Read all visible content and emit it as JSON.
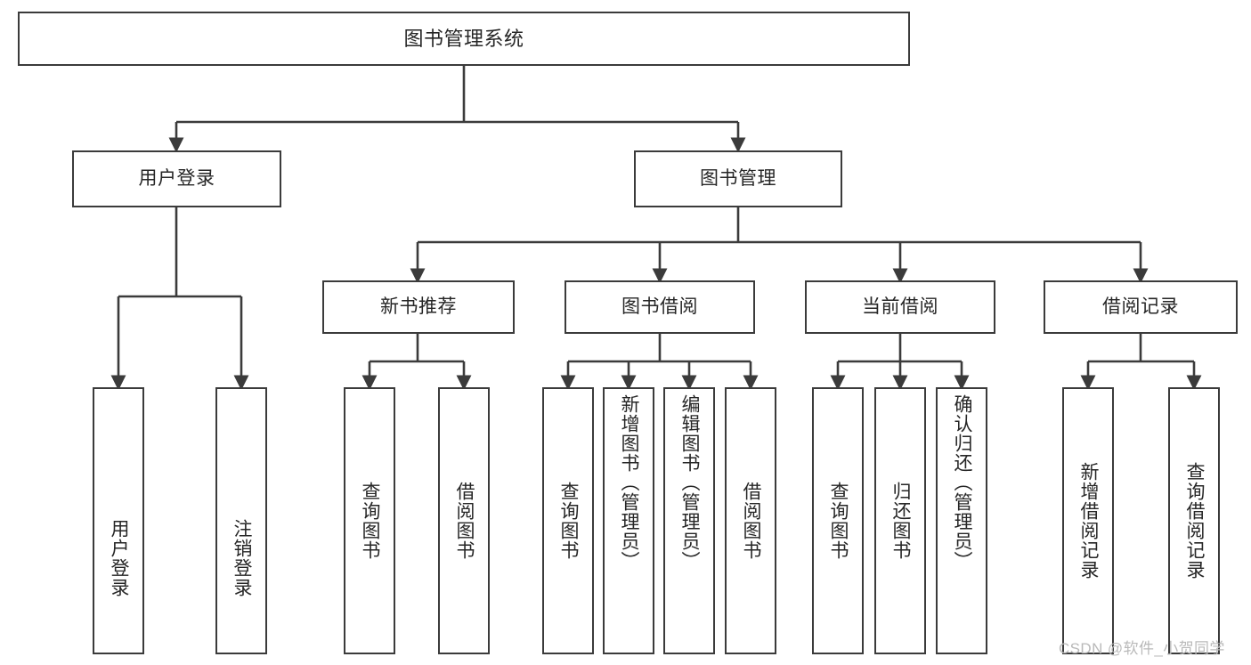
{
  "diagram": {
    "title": "图书管理系统",
    "type": "function-structure-tree",
    "orientation": "top-down",
    "colors": {
      "box_border": "#3b3b3b",
      "box_fill": "#ffffff",
      "text": "#262626",
      "connector": "#3b3b3b",
      "watermark": "#b9b9b9",
      "background": "#ffffff"
    }
  },
  "watermark": {
    "text": "CSDN @软件_小贺同学"
  },
  "nodes": {
    "root": {
      "label": "图书管理系统"
    },
    "level2": [
      {
        "id": "user-login",
        "label": "用户登录"
      },
      {
        "id": "book-manage",
        "label": "图书管理"
      }
    ],
    "level3": [
      {
        "id": "new-book-recommend",
        "label": "新书推荐"
      },
      {
        "id": "book-borrow",
        "label": "图书借阅"
      },
      {
        "id": "current-borrow",
        "label": "当前借阅"
      },
      {
        "id": "borrow-record",
        "label": "借阅记录"
      }
    ],
    "leaves": {
      "user_login": [
        {
          "id": "leaf-user-login",
          "label": "用户登录"
        },
        {
          "id": "leaf-logout",
          "label": "注销登录"
        }
      ],
      "new_book_recommend": [
        {
          "id": "leaf-query-book-1",
          "label": "查询图书"
        },
        {
          "id": "leaf-borrow-book-1",
          "label": "借阅图书"
        }
      ],
      "book_borrow": [
        {
          "id": "leaf-query-book-2",
          "label": "查询图书"
        },
        {
          "id": "leaf-add-book",
          "label": "新增图书（管理员）"
        },
        {
          "id": "leaf-edit-book",
          "label": "编辑图书（管理员）"
        },
        {
          "id": "leaf-borrow-book-2",
          "label": "借阅图书"
        }
      ],
      "current_borrow": [
        {
          "id": "leaf-query-book-3",
          "label": "查询图书"
        },
        {
          "id": "leaf-return-book",
          "label": "归还图书"
        },
        {
          "id": "leaf-confirm-return",
          "label": "确认归还（管理员）"
        }
      ],
      "borrow_record": [
        {
          "id": "leaf-add-record",
          "label": "新增借阅记录"
        },
        {
          "id": "leaf-query-record",
          "label": "查询借阅记录"
        }
      ]
    }
  }
}
